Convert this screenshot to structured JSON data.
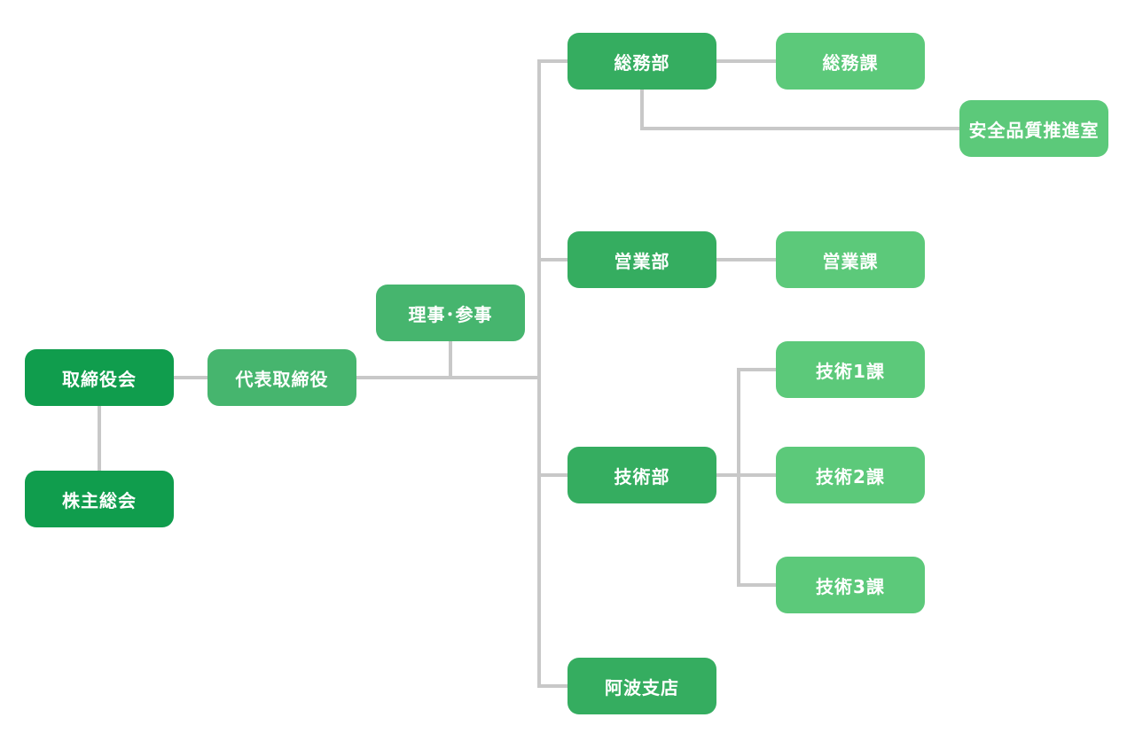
{
  "org_chart": {
    "type": "diagram",
    "nodes": [
      {
        "id": "board-of-directors",
        "label": "取締役会",
        "level": 1,
        "parent": null
      },
      {
        "id": "shareholders-meeting",
        "label": "株主総会",
        "level": 1,
        "parent": "取締役会"
      },
      {
        "id": "representative-director",
        "label": "代表取締役",
        "level": 2,
        "parent": "取締役会"
      },
      {
        "id": "directors-councilors",
        "label": "理事･参事",
        "level": 2,
        "parent": "代表取締役"
      },
      {
        "id": "general-affairs-dept",
        "label": "総務部",
        "level": 3,
        "parent": "代表取締役"
      },
      {
        "id": "general-affairs-section",
        "label": "総務課",
        "level": 4,
        "parent": "総務部"
      },
      {
        "id": "safety-quality-office",
        "label": "安全品質推進室",
        "level": 4,
        "parent": "総務部"
      },
      {
        "id": "sales-dept",
        "label": "営業部",
        "level": 3,
        "parent": "代表取締役"
      },
      {
        "id": "sales-section",
        "label": "営業課",
        "level": 4,
        "parent": "営業部"
      },
      {
        "id": "engineering-dept",
        "label": "技術部",
        "level": 3,
        "parent": "代表取締役"
      },
      {
        "id": "engineering-section-1",
        "label": "技術1課",
        "level": 4,
        "parent": "技術部"
      },
      {
        "id": "engineering-section-2",
        "label": "技術2課",
        "level": 4,
        "parent": "技術部"
      },
      {
        "id": "engineering-section-3",
        "label": "技術3課",
        "level": 4,
        "parent": "技術部"
      },
      {
        "id": "awa-branch",
        "label": "阿波支店",
        "level": 3,
        "parent": "代表取締役"
      }
    ],
    "colors": {
      "level1": "#109d4d",
      "level2": "#46b56e",
      "level3": "#35ad60",
      "level4": "#5cc97a",
      "connector": "#c8c8c8",
      "label_text": "#ffffff",
      "background": "#ffffff"
    }
  }
}
